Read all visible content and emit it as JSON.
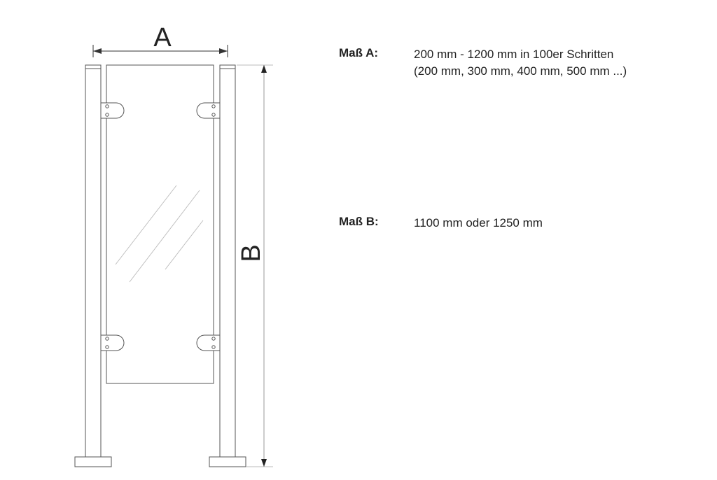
{
  "diagram": {
    "dimension_a_letter": "A",
    "dimension_b_letter": "B"
  },
  "specs": [
    {
      "label": "Maß A:",
      "lines": [
        "200 mm - 1200 mm in 100er Schritten",
        "(200 mm, 300 mm, 400 mm, 500 mm ...)"
      ]
    },
    {
      "label": "Maß B:",
      "lines": [
        "1100 mm oder 1250 mm"
      ]
    }
  ],
  "colors": {
    "line": "#555555",
    "dimension": "#333333",
    "text": "#222222"
  }
}
